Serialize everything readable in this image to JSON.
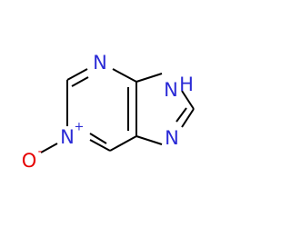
{
  "colors": {
    "bond": "#000000",
    "nitrogen": "#2b2bd6",
    "oxygen": "#e60000",
    "background": "#ffffff"
  },
  "atoms": {
    "n3": {
      "text": "N"
    },
    "nh": {
      "text": "H",
      "prefix": "N"
    },
    "n1": {
      "text": "N",
      "charge": "+"
    },
    "n7": {
      "text": "N"
    },
    "o": {
      "text": "O",
      "charge": "-"
    }
  }
}
